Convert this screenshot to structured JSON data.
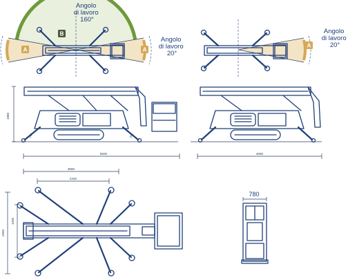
{
  "top_left": {
    "label_b": {
      "letter": "B",
      "text": "Angolo\ndi lavoro\n160°"
    },
    "label_a": {
      "letter": "A",
      "text": "Angolo\ndi lavoro\n20°"
    },
    "colors": {
      "green": "#6e9a3c",
      "green_zone": "#eaf0de",
      "amber": "#d5a857",
      "amber_zone": "#f3e4c6"
    }
  },
  "top_right": {
    "label_a": {
      "letter": "A",
      "text": "Angolo\ndi lavoro\n20°"
    }
  },
  "side_left": {
    "height_label": "1980",
    "length_label": "5500",
    "angle_left": "24°",
    "angle_right": "25°"
  },
  "side_right": {
    "length_label": "4650"
  },
  "plan_view": {
    "dim_top_outer": "3650",
    "dim_top_inner": "2400",
    "dim_side_inner": "1000",
    "dim_side_outer": "2900"
  },
  "front_view": {
    "width_label": "780"
  }
}
